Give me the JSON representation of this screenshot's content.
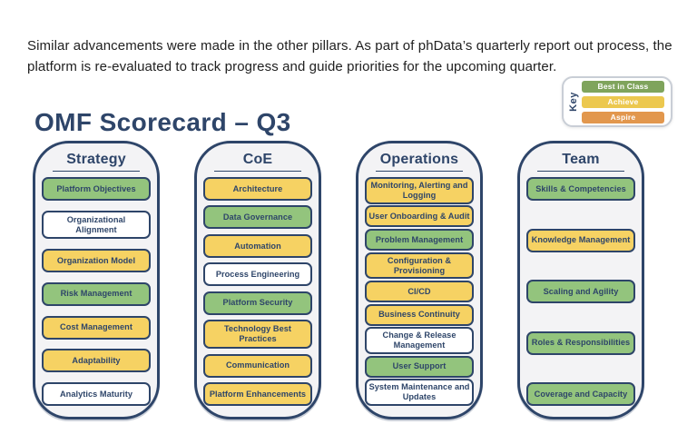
{
  "intro": "Similar advancements were made in the other pillars. As part of phData’s quarterly report out process, the platform is re-evaluated to track progress and guide priorities for the upcoming quarter.",
  "title": "OMF Scorecard – Q3",
  "key": {
    "label": "Key",
    "items": [
      {
        "label": "Best in Class",
        "color": "#7fa45c"
      },
      {
        "label": "Achieve",
        "color": "#ecc84f"
      },
      {
        "label": "Aspire",
        "color": "#e2974d"
      }
    ]
  },
  "colors": {
    "navy": "#2e4569",
    "chip_green": "#93c47d",
    "chip_yellow": "#f6d263",
    "chip_white": "#ffffff",
    "pillar_background": "#f3f3f5"
  },
  "pillars": [
    {
      "title": "Strategy",
      "items": [
        {
          "label": "Platform Objectives",
          "color": "green"
        },
        {
          "label": "Organizational\nAlignment",
          "color": "white"
        },
        {
          "label": "Organization Model",
          "color": "yellow"
        },
        {
          "label": "Risk Management",
          "color": "green"
        },
        {
          "label": "Cost Management",
          "color": "yellow"
        },
        {
          "label": "Adaptability",
          "color": "yellow"
        },
        {
          "label": "Analytics Maturity",
          "color": "white"
        }
      ]
    },
    {
      "title": "CoE",
      "items": [
        {
          "label": "Architecture",
          "color": "yellow"
        },
        {
          "label": "Data Governance",
          "color": "green"
        },
        {
          "label": "Automation",
          "color": "yellow"
        },
        {
          "label": "Process Engineering",
          "color": "white"
        },
        {
          "label": "Platform Security",
          "color": "green"
        },
        {
          "label": "Technology Best\nPractices",
          "color": "yellow"
        },
        {
          "label": "Communication",
          "color": "yellow"
        },
        {
          "label": "Platform Enhancements",
          "color": "yellow"
        }
      ]
    },
    {
      "title": "Operations",
      "items": [
        {
          "label": "Monitoring, Alerting and\nLogging",
          "color": "yellow"
        },
        {
          "label": "User Onboarding & Audit",
          "color": "yellow"
        },
        {
          "label": "Problem Management",
          "color": "green"
        },
        {
          "label": "Configuration &\nProvisioning",
          "color": "yellow"
        },
        {
          "label": "CI/CD",
          "color": "yellow"
        },
        {
          "label": "Business Continuity",
          "color": "yellow"
        },
        {
          "label": "Change & Release\nManagement",
          "color": "white"
        },
        {
          "label": "User Support",
          "color": "green"
        },
        {
          "label": "System Maintenance and\nUpdates",
          "color": "white"
        }
      ]
    },
    {
      "title": "Team",
      "items": [
        {
          "label": "Skills & Competencies",
          "color": "green"
        },
        {
          "label": "Knowledge Management",
          "color": "yellow"
        },
        {
          "label": "Scaling and Agility",
          "color": "green"
        },
        {
          "label": "Roles & Responsibilities",
          "color": "green"
        },
        {
          "label": "Coverage and Capacity",
          "color": "green"
        }
      ]
    }
  ]
}
